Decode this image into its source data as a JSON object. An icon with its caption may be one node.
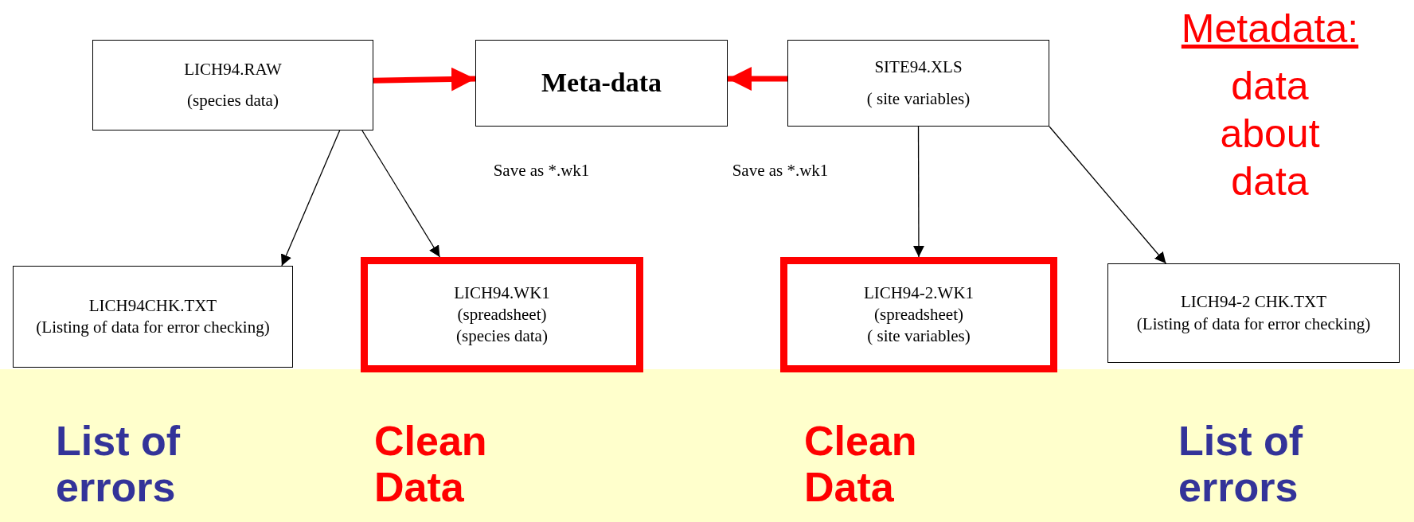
{
  "diagram": {
    "nodes": [
      {
        "text": [
          "LICH94.RAW",
          "(species data)"
        ]
      },
      {
        "text": [
          "Meta-data"
        ]
      },
      {
        "text": [
          "SITE94.XLS",
          "( site variables)"
        ]
      },
      {
        "text": [
          "LICH94CHK.TXT",
          "(Listing of data for error checking)"
        ]
      },
      {
        "text": [
          "LICH94.WK1",
          "(spreadsheet)",
          "(species data)"
        ]
      },
      {
        "text": [
          "LICH94-2.WK1",
          "(spreadsheet)",
          "( site variables)"
        ]
      },
      {
        "text": [
          "LICH94-2 CHK.TXT",
          "(Listing of data for error checking)"
        ]
      }
    ],
    "edges": [
      {
        "from": 0,
        "to": 1,
        "arrow": "to",
        "style": "thick",
        "color": "#ff0000"
      },
      {
        "from": 2,
        "to": 1,
        "arrow": "to",
        "style": "thick",
        "color": "#ff0000"
      },
      {
        "from": 0,
        "to": 3,
        "arrow": "to"
      },
      {
        "from": 0,
        "to": 4,
        "arrow": "to"
      },
      {
        "from": 2,
        "to": 5,
        "arrow": "to"
      },
      {
        "from": 2,
        "to": 6,
        "arrow": "to"
      }
    ],
    "labels": [
      "Metadata:",
      "data about data",
      "Save as *.wk1",
      "Save as *.wk1",
      "List of errors",
      "Clean Data",
      "Clean Data",
      "List of errors"
    ]
  }
}
